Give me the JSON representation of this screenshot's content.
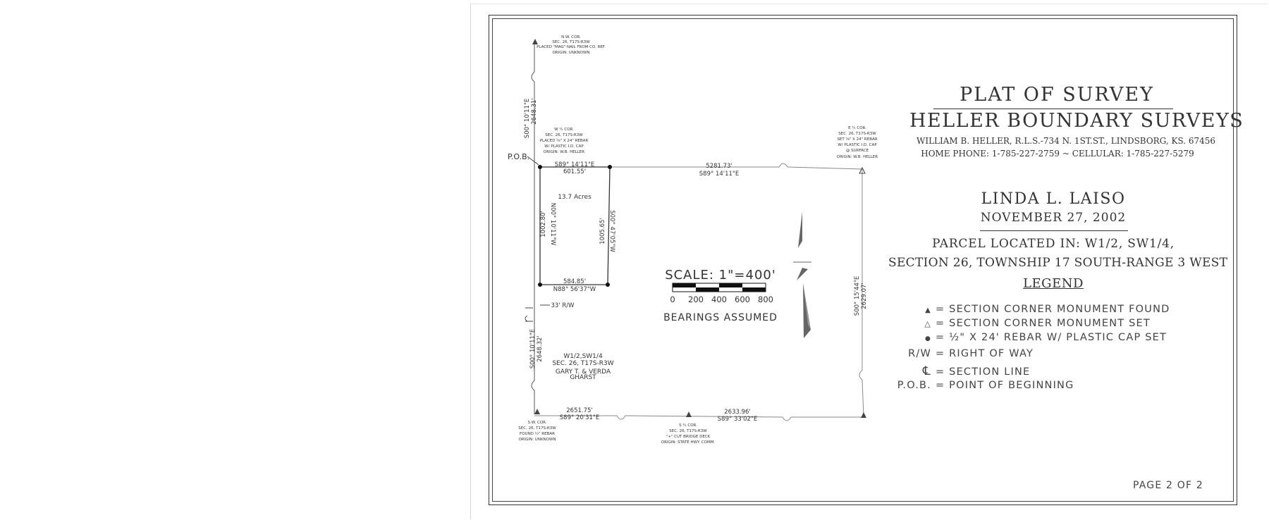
{
  "title_block": {
    "title": "PLAT OF SURVEY",
    "company": "HELLER BOUNDARY SURVEYS",
    "address": "WILLIAM B. HELLER, R.L.S.-734 N. 1ST.ST., LINDSBORG, KS. 67456",
    "phone": "HOME PHONE: 1-785-227-2759 ~ CELLULAR: 1-785-227-5279",
    "client": "LINDA L. LAISO",
    "date": "NOVEMBER 27, 2002",
    "parcel_line1": "PARCEL LOCATED IN: W1/2, SW1/4,",
    "parcel_line2": "SECTION 26, TOWNSHIP 17 SOUTH-RANGE 3 WEST"
  },
  "legend": {
    "title": "LEGEND",
    "items": [
      {
        "symbol": "▲",
        "text": "= SECTION CORNER MONUMENT FOUND"
      },
      {
        "symbol": "△",
        "text": "= SECTION CORNER MONUMENT SET"
      },
      {
        "symbol": "●",
        "text": "= ½\" X 24' REBAR W/ PLASTIC CAP SET"
      },
      {
        "symbol": "R/W",
        "text": "= RIGHT OF WAY"
      },
      {
        "symbol": "℄",
        "text": "= SECTION LINE"
      },
      {
        "symbol": "P.O.B.",
        "text": "= POINT OF BEGINNING"
      }
    ]
  },
  "scale": {
    "label": "SCALE: 1\"=400'",
    "ticks": [
      "0",
      "200",
      "400",
      "600",
      "800"
    ],
    "note": "BEARINGS ASSUMED"
  },
  "page_number": "PAGE 2 OF 2",
  "plat_labels": {
    "nw_corner": [
      "N.W. COR.",
      "SEC. 26, T17S-R3W",
      "PLACED \"MAG\" NAIL FROM CO. REF.",
      "ORIGIN: UNKNOWN"
    ],
    "w_quarter": [
      "W ¼ COR.",
      "SEC. 26, T17S-R3W",
      "PLACED ⅝\" X 24\" REBAR",
      "W/ PLASTIC I.D. CAP",
      "ORIGIN: W.B. HELLER"
    ],
    "e_quarter": [
      "E ¼ COR.",
      "SEC. 26, T17S-R3W",
      "SET ⅝\" X 24\" REBAR",
      "W/ PLASTIC I.D. CAP",
      "@ SURFACE",
      "ORIGIN: W.B. HELLER"
    ],
    "sw_corner": [
      "S.W. COR.",
      "SEC. 26, T17S-R3W",
      "FOUND ½\" REBAR",
      "ORIGIN: UNKNOWN"
    ],
    "s_quarter": [
      "S ¼ COR.",
      "SEC. 26, T17S-R3W",
      "\"+\" CUT BRIDGE DECK",
      "ORIGIN: STATE HWY. COMM."
    ],
    "pob": "P.O.B.",
    "tract_n_bearing": "S89° 14'11\"E",
    "tract_n_dist": "601.55'",
    "tract_s_dist": "584.85'",
    "tract_s_bearing": "N88° 56'37\"W",
    "tract_w_dist": "1002.80'",
    "tract_w_bearing": "N00° 10'11\"W",
    "tract_e_dist": "1005.65'",
    "tract_e_bearing": "S00° 47'05\"W",
    "acres": "13.7 Acres",
    "north_line_dist": "5281.73'",
    "north_line_bearing": "S89° 14'11\"E",
    "west_upper_bearing": "S00° 10'11\"E",
    "west_upper_dist": "2648.31'",
    "west_lower_bearing": "S00° 10'11\"E",
    "west_lower_dist": "2648.32'",
    "east_bearing": "S00° 15'44\"E",
    "east_dist": "2629.07'",
    "south_w_dist": "2651.75'",
    "south_w_bearing": "S89° 20'31\"E",
    "south_e_dist": "2633.96'",
    "south_e_bearing": "S89° 33'02\"E",
    "row": "33' R/W",
    "parcel_w": "W1/2,SW1/4",
    "parcel_sec": "SEC. 26, T17S-R3W",
    "owner1": "GARY T. & VERDA",
    "owner2": "GHARST"
  }
}
